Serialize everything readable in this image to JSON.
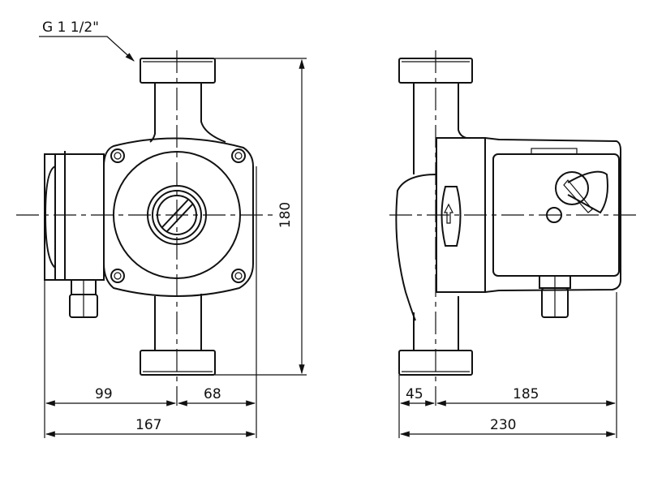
{
  "thread_label": "G 1 1/2\"",
  "dimensions": {
    "height": "180",
    "left_width_a": "99",
    "left_width_b": "68",
    "left_total": "167",
    "right_width_a": "45",
    "right_width_b": "185",
    "right_total": "230"
  },
  "line_color": "#111111"
}
